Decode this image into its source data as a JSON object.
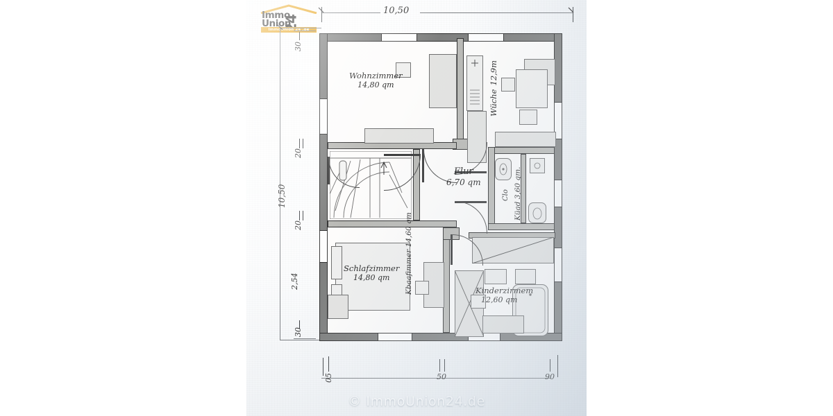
{
  "logo": {
    "line1": "Immo",
    "line2": "Union",
    "badge": "24",
    "tagline": "ImmoUnion 24 .de",
    "roof_color": "#e8a317"
  },
  "watermark": "© ImmoUnion24.de",
  "dimensions": {
    "top": {
      "value": "10,50"
    },
    "left_overall": {
      "value": "10,50"
    },
    "left_segments": [
      {
        "value": "30"
      },
      {
        "value": "20"
      },
      {
        "value": "20"
      },
      {
        "value": "2,54"
      },
      {
        "value": "30"
      }
    ],
    "bottom_segments": [
      {
        "value": "05"
      },
      {
        "value": "50"
      },
      {
        "value": "90"
      }
    ]
  },
  "rooms": [
    {
      "name": "Wohnzimmer",
      "area": "14,80 qm"
    },
    {
      "name": "Wüche",
      "area": "12,9m"
    },
    {
      "name": "Flur",
      "area": "6,70 qm"
    },
    {
      "name": "Clo",
      "area": ""
    },
    {
      "name": "Küad",
      "area": "3,60 qm."
    },
    {
      "name": "Schlafzimmer",
      "area": "14,80 qm"
    },
    {
      "name": "Kbaafimmer",
      "area": "14,60 qm"
    },
    {
      "name": "Kinderzirmem",
      "area": "12,60 qm"
    }
  ]
}
